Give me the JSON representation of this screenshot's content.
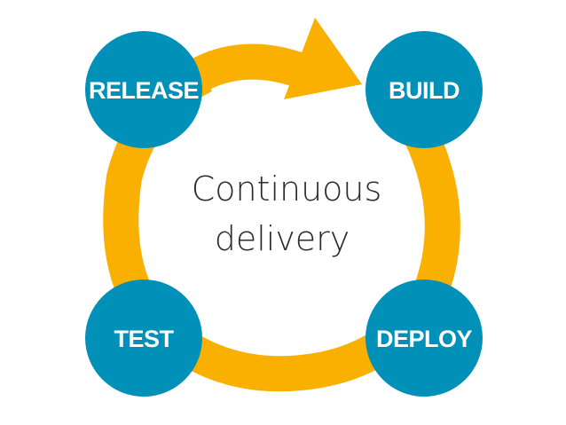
{
  "diagram": {
    "title_line1": "Continuous",
    "title_line2": "delivery",
    "nodes": [
      {
        "label": "RELEASE"
      },
      {
        "label": "BUILD"
      },
      {
        "label": "DEPLOY"
      },
      {
        "label": "TEST"
      }
    ]
  },
  "colors": {
    "ring": "#F9B000",
    "node": "#0090B8",
    "node_text": "#FFFFFF",
    "center_text": "#2B2B2B"
  }
}
